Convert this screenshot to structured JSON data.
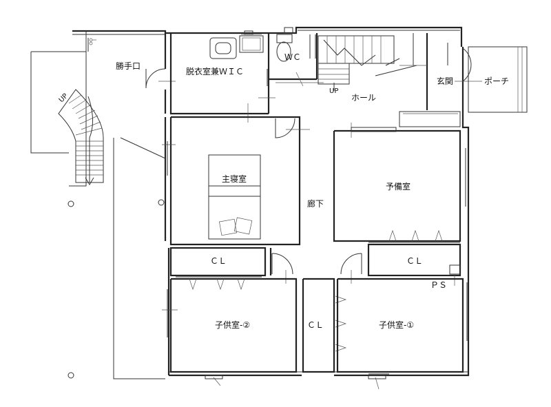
{
  "rooms": {
    "back_door": "勝手口",
    "dressing_wic": "脱衣室兼ＷＩＣ",
    "wc": "ＷＣ",
    "entrance": "玄関",
    "porch": "ポーチ",
    "hall": "ホール",
    "stair_up_hall": "UP",
    "stair_up_outside": "UP",
    "master_bedroom": "主寝室",
    "corridor": "廊下",
    "spare_room": "予備室",
    "closet_left": "ＣＬ",
    "closet_right": "ＣＬ",
    "closet_middle": "ＣＬ",
    "pipe_space": "ＰＳ",
    "child_room_2": "子供室-②",
    "child_room_1": "子供室-①"
  }
}
